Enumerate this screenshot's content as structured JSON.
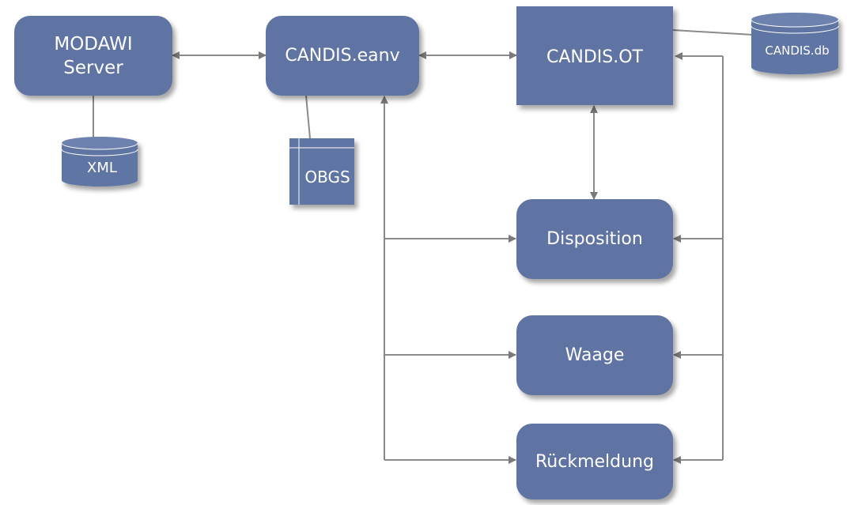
{
  "nodes": {
    "modawi_server": "MODAWI\nServer",
    "candis_eanv": "CANDIS.eanv",
    "candis_ot": "CANDIS.OT",
    "candis_db": "CANDIS.db",
    "xml": "XML",
    "obgs": "OBGS",
    "disposition": "Disposition",
    "waage": "Waage",
    "rueckmeldung": "Rückmeldung"
  },
  "colors": {
    "node_fill": "#5f74a3",
    "node_text": "#ffffff",
    "connector": "#8a8a8a",
    "arrowhead": "#7a7a7a"
  }
}
